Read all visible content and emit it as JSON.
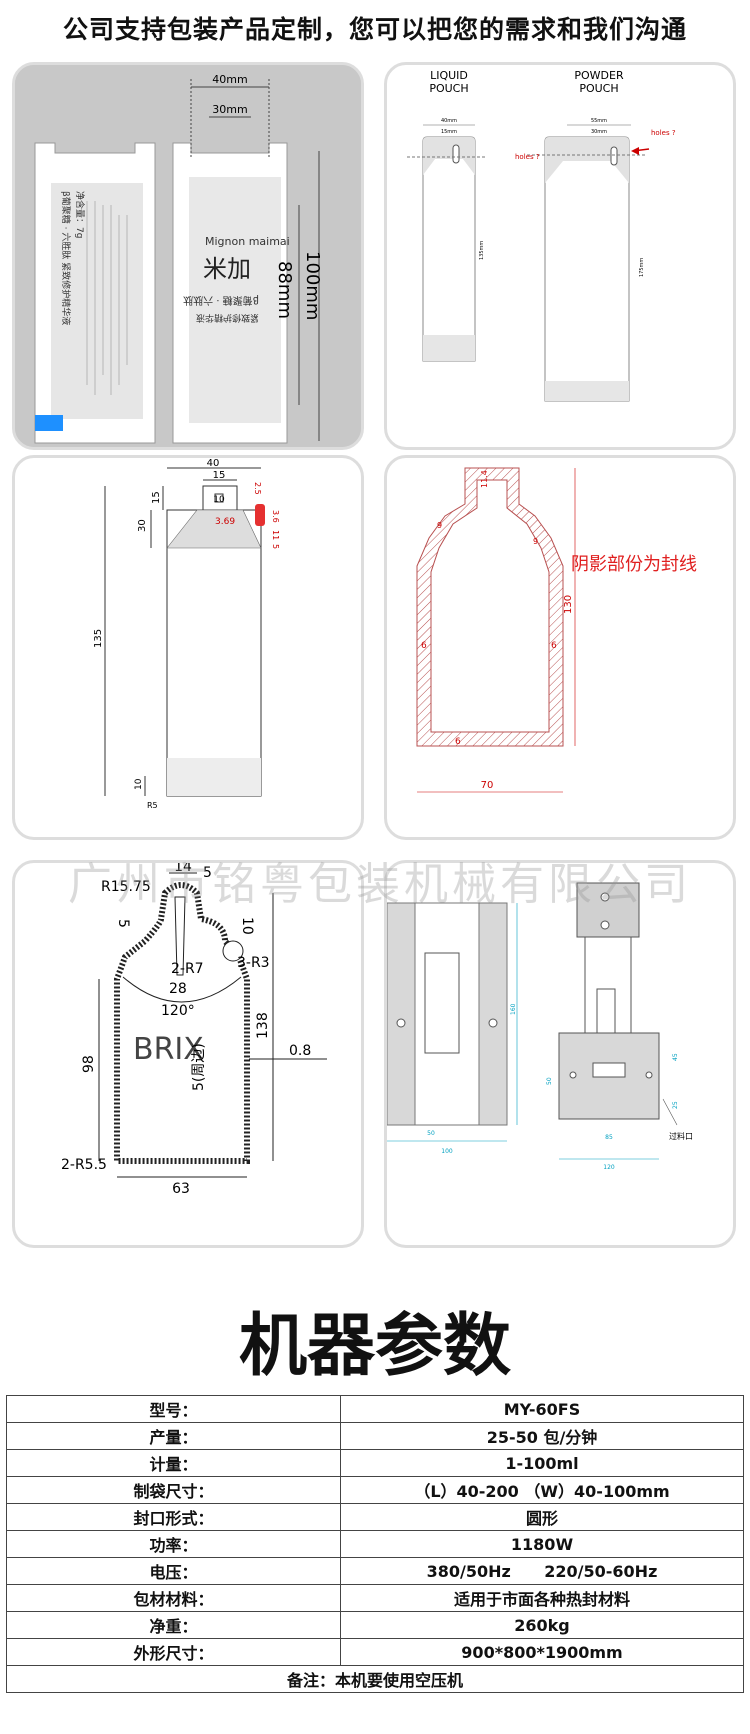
{
  "banner": "公司支持包装产品定制，您可以把您的需求和我们沟通",
  "watermark": "广州市铭粤包装机械有限公司",
  "panel1": {
    "dim_40": "40mm",
    "dim_30": "30mm",
    "dim_88": "88mm",
    "dim_100": "100mm",
    "brand_en": "Mignon maimai",
    "brand_cn": "米加",
    "product_line1": "β葡聚糖 · 六肽肽",
    "product_line2": "紧致修护精华液",
    "back_line1": "β葡聚糖 · 六胜肽 紧致修护精华液",
    "back_line2": "净含量：7g"
  },
  "panel2": {
    "liquid_title_1": "LIQUID",
    "liquid_title_2": "POUCH",
    "powder_title_1": "POWDER",
    "powder_title_2": "POUCH",
    "l_40": "40mm",
    "l_15": "15mm",
    "l_135": "135mm",
    "p_55": "55mm",
    "p_30": "30mm",
    "p_175": "175mm",
    "holes": "holes ?"
  },
  "panel3": {
    "d40": "40",
    "d15": "15",
    "d10": "10",
    "d30": "30",
    "d15b": "15",
    "d135": "135",
    "d10b": "10",
    "d369": "3.69",
    "dR5": "R5",
    "d25": "2.5",
    "d36": "3.6",
    "d11": "11",
    "d5": "5"
  },
  "panel4": {
    "d114": "11.4",
    "d9a": "9",
    "d9b": "9",
    "d6a": "6",
    "d6b": "6",
    "d6c": "6",
    "d130": "130",
    "d70": "70",
    "note": "阴影部份为封线"
  },
  "panel5": {
    "d14": "14",
    "d5": "5",
    "r1575": "R15.75",
    "d5b": "5",
    "d10": "10",
    "r7": "2-R7",
    "r3": "3-R3",
    "d28": "28",
    "d120": "120°",
    "brix": "BRIX",
    "d98": "98",
    "d138": "138",
    "d08": "0.8",
    "edge": "5(周边)",
    "r55": "2-R5.5",
    "d63": "63"
  },
  "panel6": {
    "d160": "160",
    "d100": "100",
    "d50": "50",
    "d120": "120",
    "d85": "85",
    "d45": "45",
    "d50b": "50",
    "d25": "25",
    "label": "过料口"
  },
  "section_title": "机器参数",
  "params": [
    {
      "k": "型号：",
      "v": "MY-60FS"
    },
    {
      "k": "产量：",
      "v": "25-50 包/分钟"
    },
    {
      "k": "计量：",
      "v": "1-100ml"
    },
    {
      "k": "制袋尺寸：",
      "v": "（L）40-200 （W）40-100mm"
    },
    {
      "k": "封口形式：",
      "v": "圆形"
    },
    {
      "k": "功率：",
      "v": "1180W"
    },
    {
      "k": "电压：",
      "v": "380/50Hz      220/50-60Hz"
    },
    {
      "k": "包材材料：",
      "v": "适用于市面各种热封材料"
    },
    {
      "k": "净重：",
      "v": "260kg"
    },
    {
      "k": "外形尺寸：",
      "v": "900*800*1900mm"
    }
  ],
  "note": "备注：本机要使用空压机"
}
